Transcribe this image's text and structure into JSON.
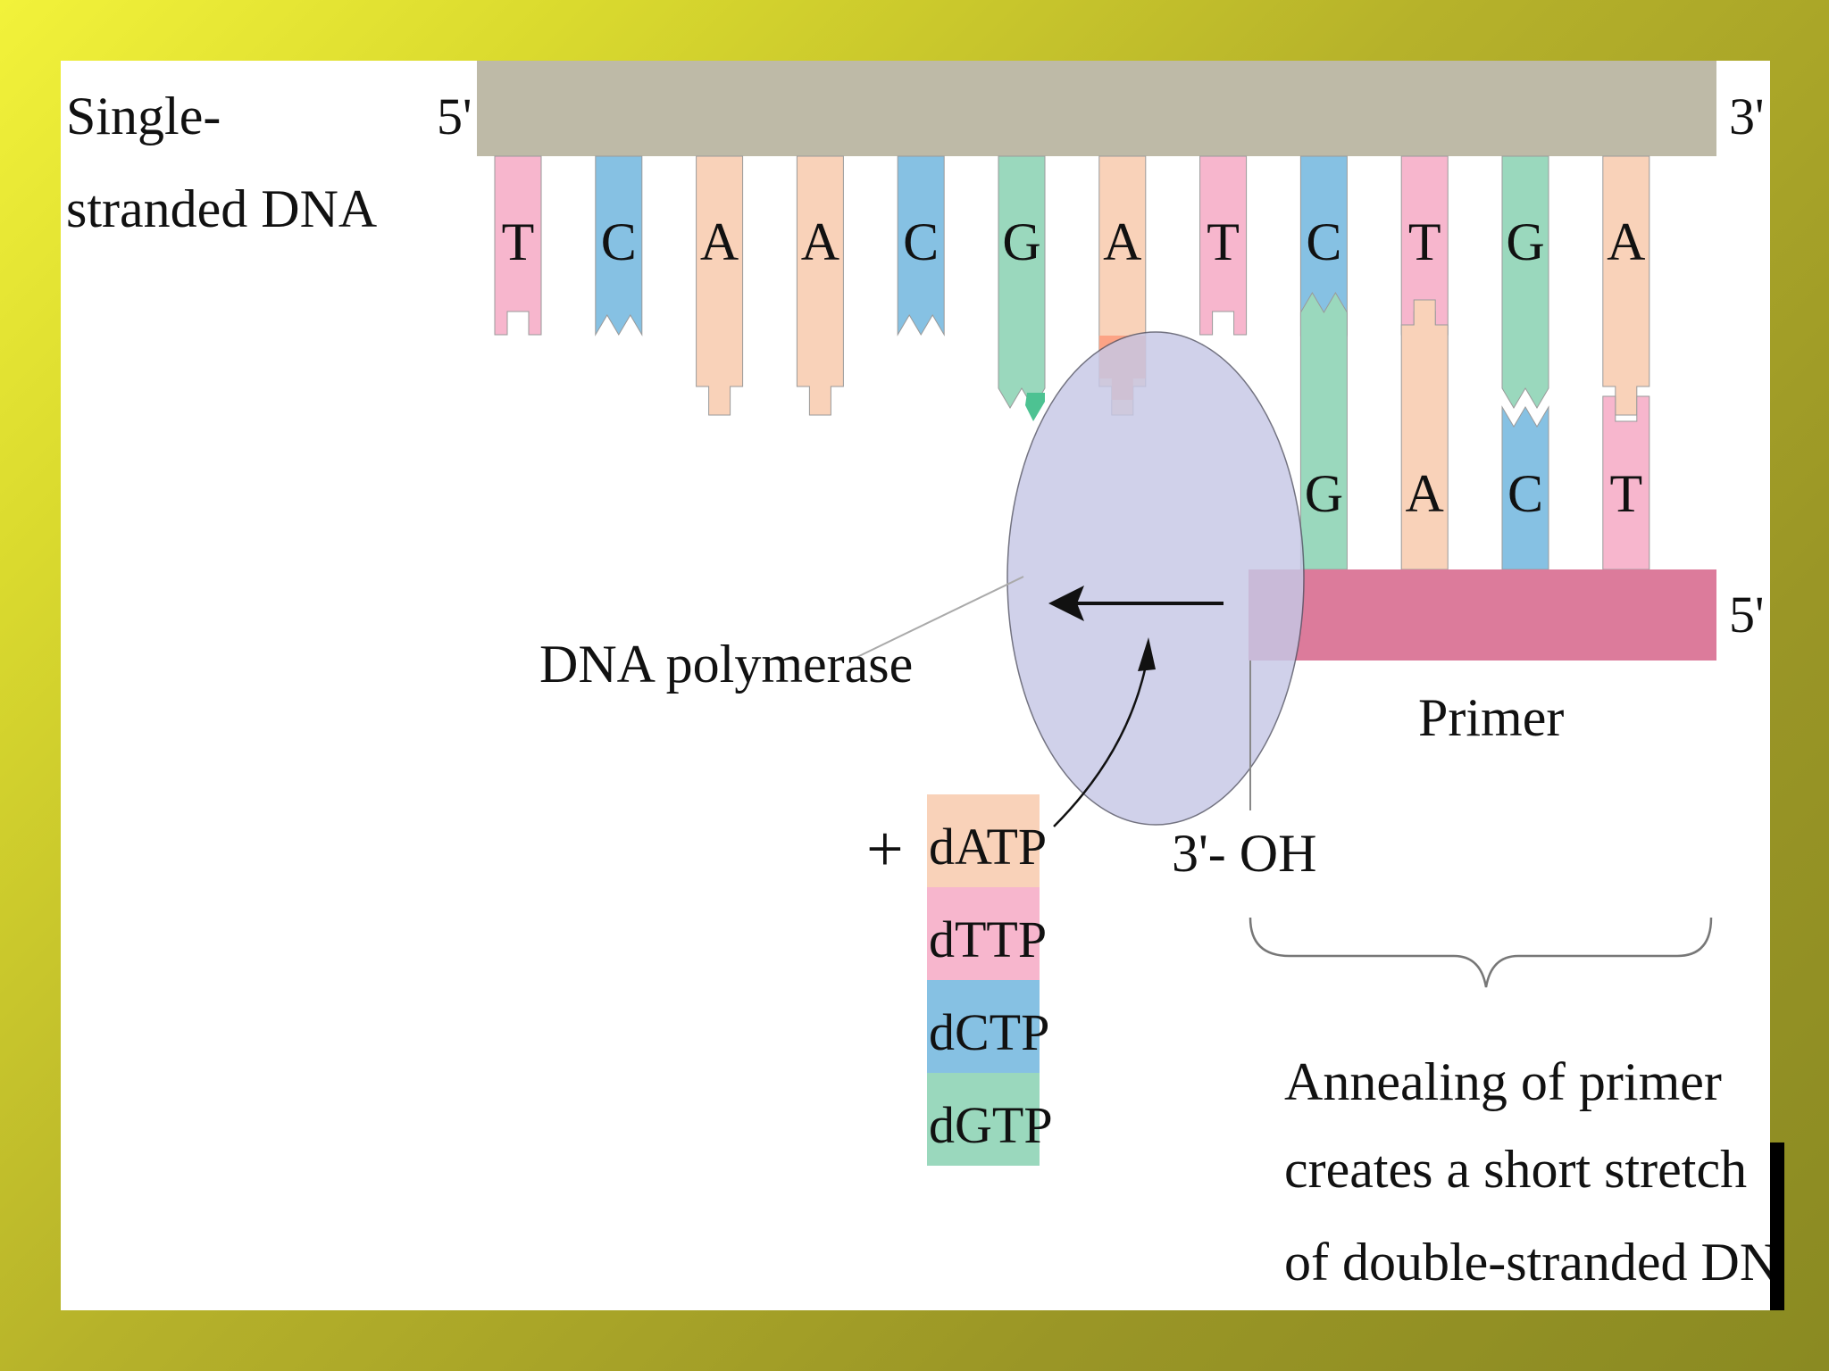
{
  "colors": {
    "A": "#f9d2b9",
    "T": "#f7b6cd",
    "C": "#86c1e3",
    "G": "#9ad8bd",
    "backbone": "#bebaa7",
    "primer": "#dc7b9b",
    "polymerase": "#c6c8e6",
    "highlight_A": "#fca385",
    "highlight_G": "#4dc292"
  },
  "labels": {
    "ssdna_line1": "Single-",
    "ssdna_line2": "stranded DNA",
    "template_5": "5'",
    "template_3": "3'",
    "primer_5": "5'",
    "polymerase": "DNA polymerase",
    "primer": "Primer",
    "oh": "3'- OH",
    "plus": "+",
    "annealing_line1": "Annealing of primer",
    "annealing_line2": "creates a short stretch",
    "annealing_line3": "of double-stranded DNA"
  },
  "template_bases": [
    "T",
    "C",
    "A",
    "A",
    "C",
    "G",
    "A",
    "T",
    "C",
    "T",
    "G",
    "A"
  ],
  "primer_bases": [
    "G",
    "A",
    "C",
    "T"
  ],
  "dntps": [
    {
      "label": "dATP",
      "base": "A"
    },
    {
      "label": "dTTP",
      "base": "T"
    },
    {
      "label": "dCTP",
      "base": "C"
    },
    {
      "label": "dGTP",
      "base": "G"
    }
  ]
}
